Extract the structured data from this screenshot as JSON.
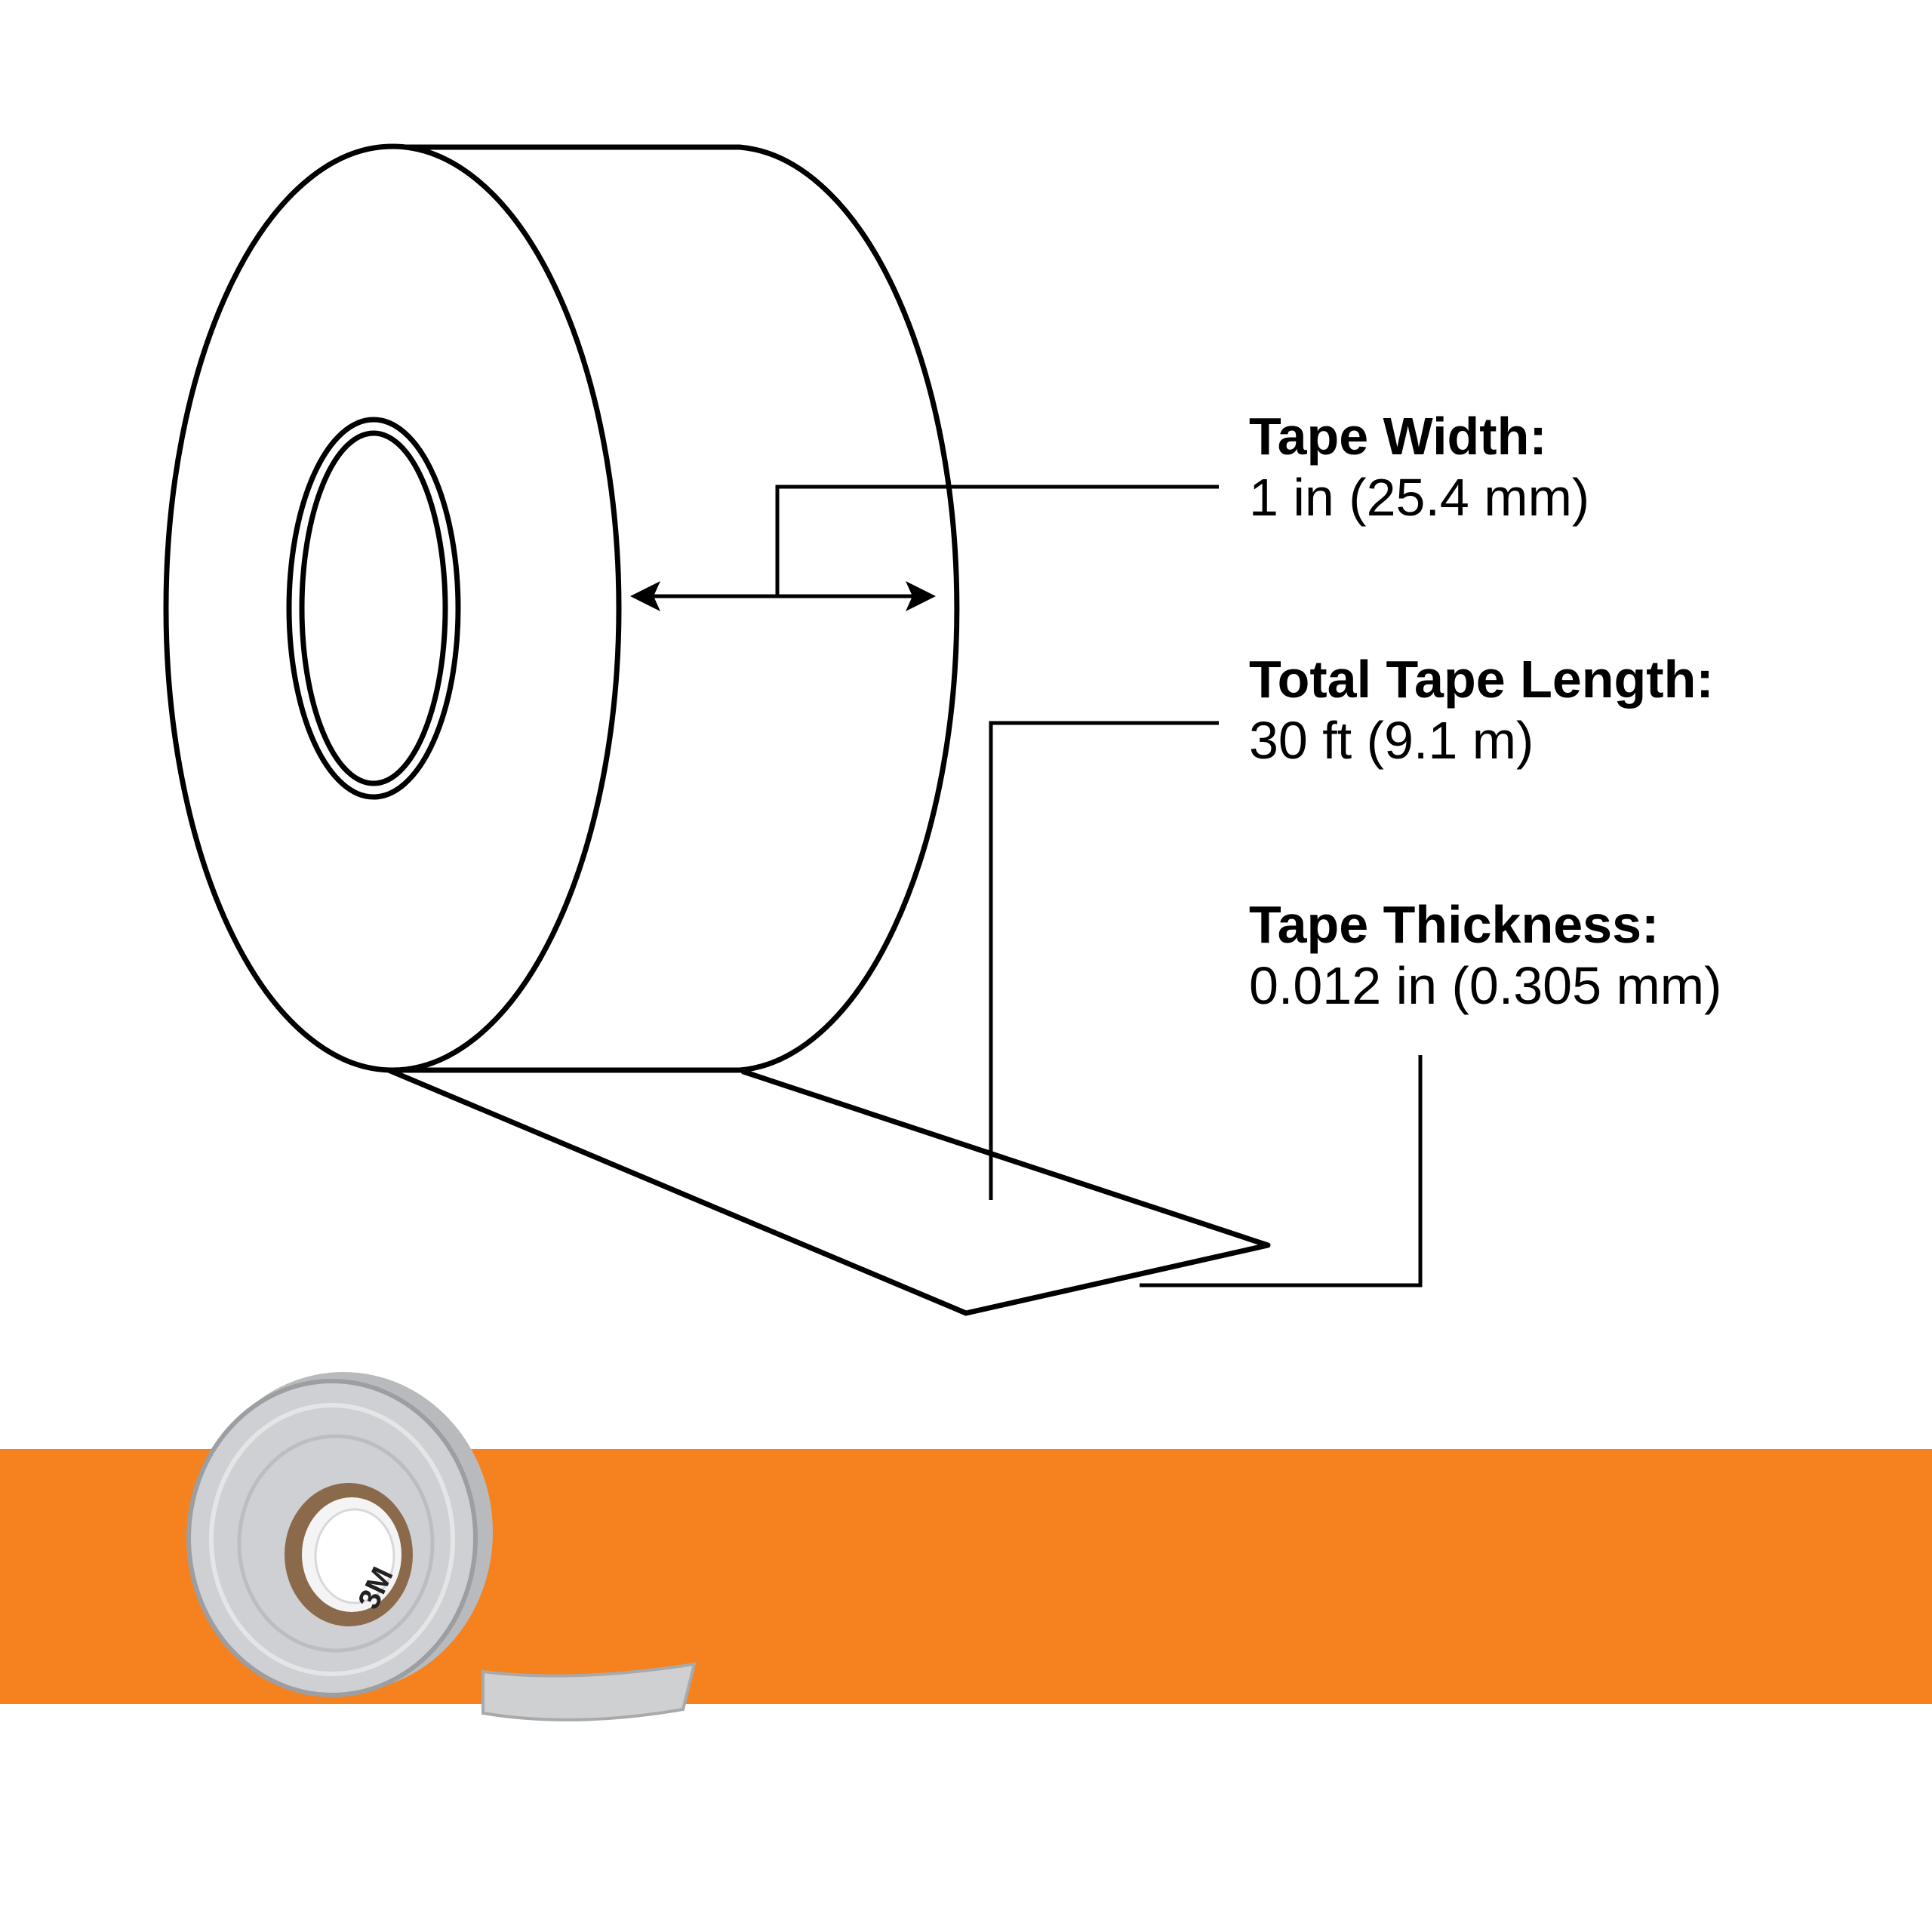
{
  "specs": {
    "width": {
      "label": "Tape Width:",
      "value": "1 in (25.4 mm)"
    },
    "length": {
      "label": "Total Tape Length:",
      "value": "30 ft (9.1 m)"
    },
    "thickness": {
      "label": "Tape Thickness:",
      "value": "0.012 in (0.305 mm)"
    }
  },
  "product_photo": {
    "brand_mark": "3M"
  },
  "colors": {
    "line": "#000000",
    "banner": "#f5821f",
    "tape": "#c9cacc",
    "tape_core": "#8a6a4a"
  }
}
